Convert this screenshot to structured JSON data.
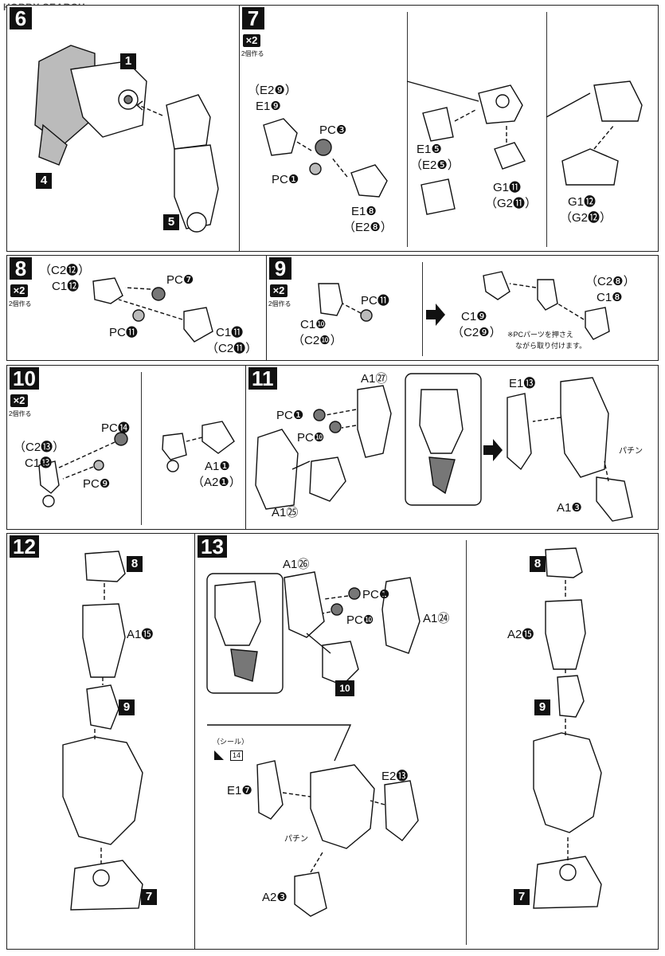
{
  "header": {
    "watermark": "HOBBY SEARCH"
  },
  "steps": {
    "s6": {
      "num": "6",
      "call1": "1",
      "call4": "4",
      "call5": "5"
    },
    "s7": {
      "num": "7",
      "x2": "×2",
      "x2note": "2個作る",
      "l_e29": "（E2❾）",
      "l_e19": "E1❾",
      "l_pc3": "PC❸",
      "l_pc1": "PC❶",
      "l_e18": "E1❽",
      "l_e28": "（E2❽）",
      "l_e15": "E1❺",
      "l_e25": "（E2❺）",
      "l_g111": "G1⓫",
      "l_g211": "（G2⓫）",
      "l_g112": "G1⓬",
      "l_g212": "（G2⓬）"
    },
    "s8": {
      "num": "8",
      "x2": "×2",
      "x2note": "2個作る",
      "l_c212": "（C2⓬）",
      "l_c112": "C1⓬",
      "l_pc7": "PC❼",
      "l_pc11": "PC⓫",
      "l_c111": "C1⓫",
      "l_c211": "（C2⓫）"
    },
    "s9": {
      "num": "9",
      "x2": "×2",
      "x2note": "2個作る",
      "l_c110": "C1❿",
      "l_c210": "（C2❿）",
      "l_pc11": "PC⓫",
      "l_c28": "（C2❽）",
      "l_c18": "C1❽",
      "l_c19": "C1❾",
      "l_c29": "（C2❾）",
      "note1": "※PCパーツを押さえ",
      "note2": "ながら取り付けます。"
    },
    "s10": {
      "num": "10",
      "x2": "×2",
      "x2note": "2個作る",
      "l_c213": "（C2⓭）",
      "l_c113": "C1⓭",
      "l_pc14": "PC⓮",
      "l_pc9": "PC❾",
      "l_a11": "A1❶",
      "l_a21": "（A2❶）"
    },
    "s11": {
      "num": "11",
      "l_a127": "A1㉗",
      "l_pc1": "PC❶",
      "l_pc10": "PC❿",
      "l_a125": "A1㉕",
      "l_e113": "E1⓭",
      "l_a13": "A1❸",
      "snap": "パチン"
    },
    "s12": {
      "num": "12",
      "call8": "8",
      "l_a115": "A1⓯",
      "call9": "9",
      "call7": "7"
    },
    "s13": {
      "num": "13",
      "l_a126": "A1㉖",
      "l_pc1": "PC❶",
      "l_pc10": "PC❿",
      "l_a124": "A1㉔",
      "call10": "10",
      "seal": "（シール）",
      "seal_no": "14",
      "l_e17": "E1❼",
      "l_e213": "E2⓭",
      "snap": "パチン",
      "l_a23": "A2❸",
      "call8": "8",
      "l_a215": "A2⓯",
      "call9": "9",
      "call7": "7"
    }
  }
}
